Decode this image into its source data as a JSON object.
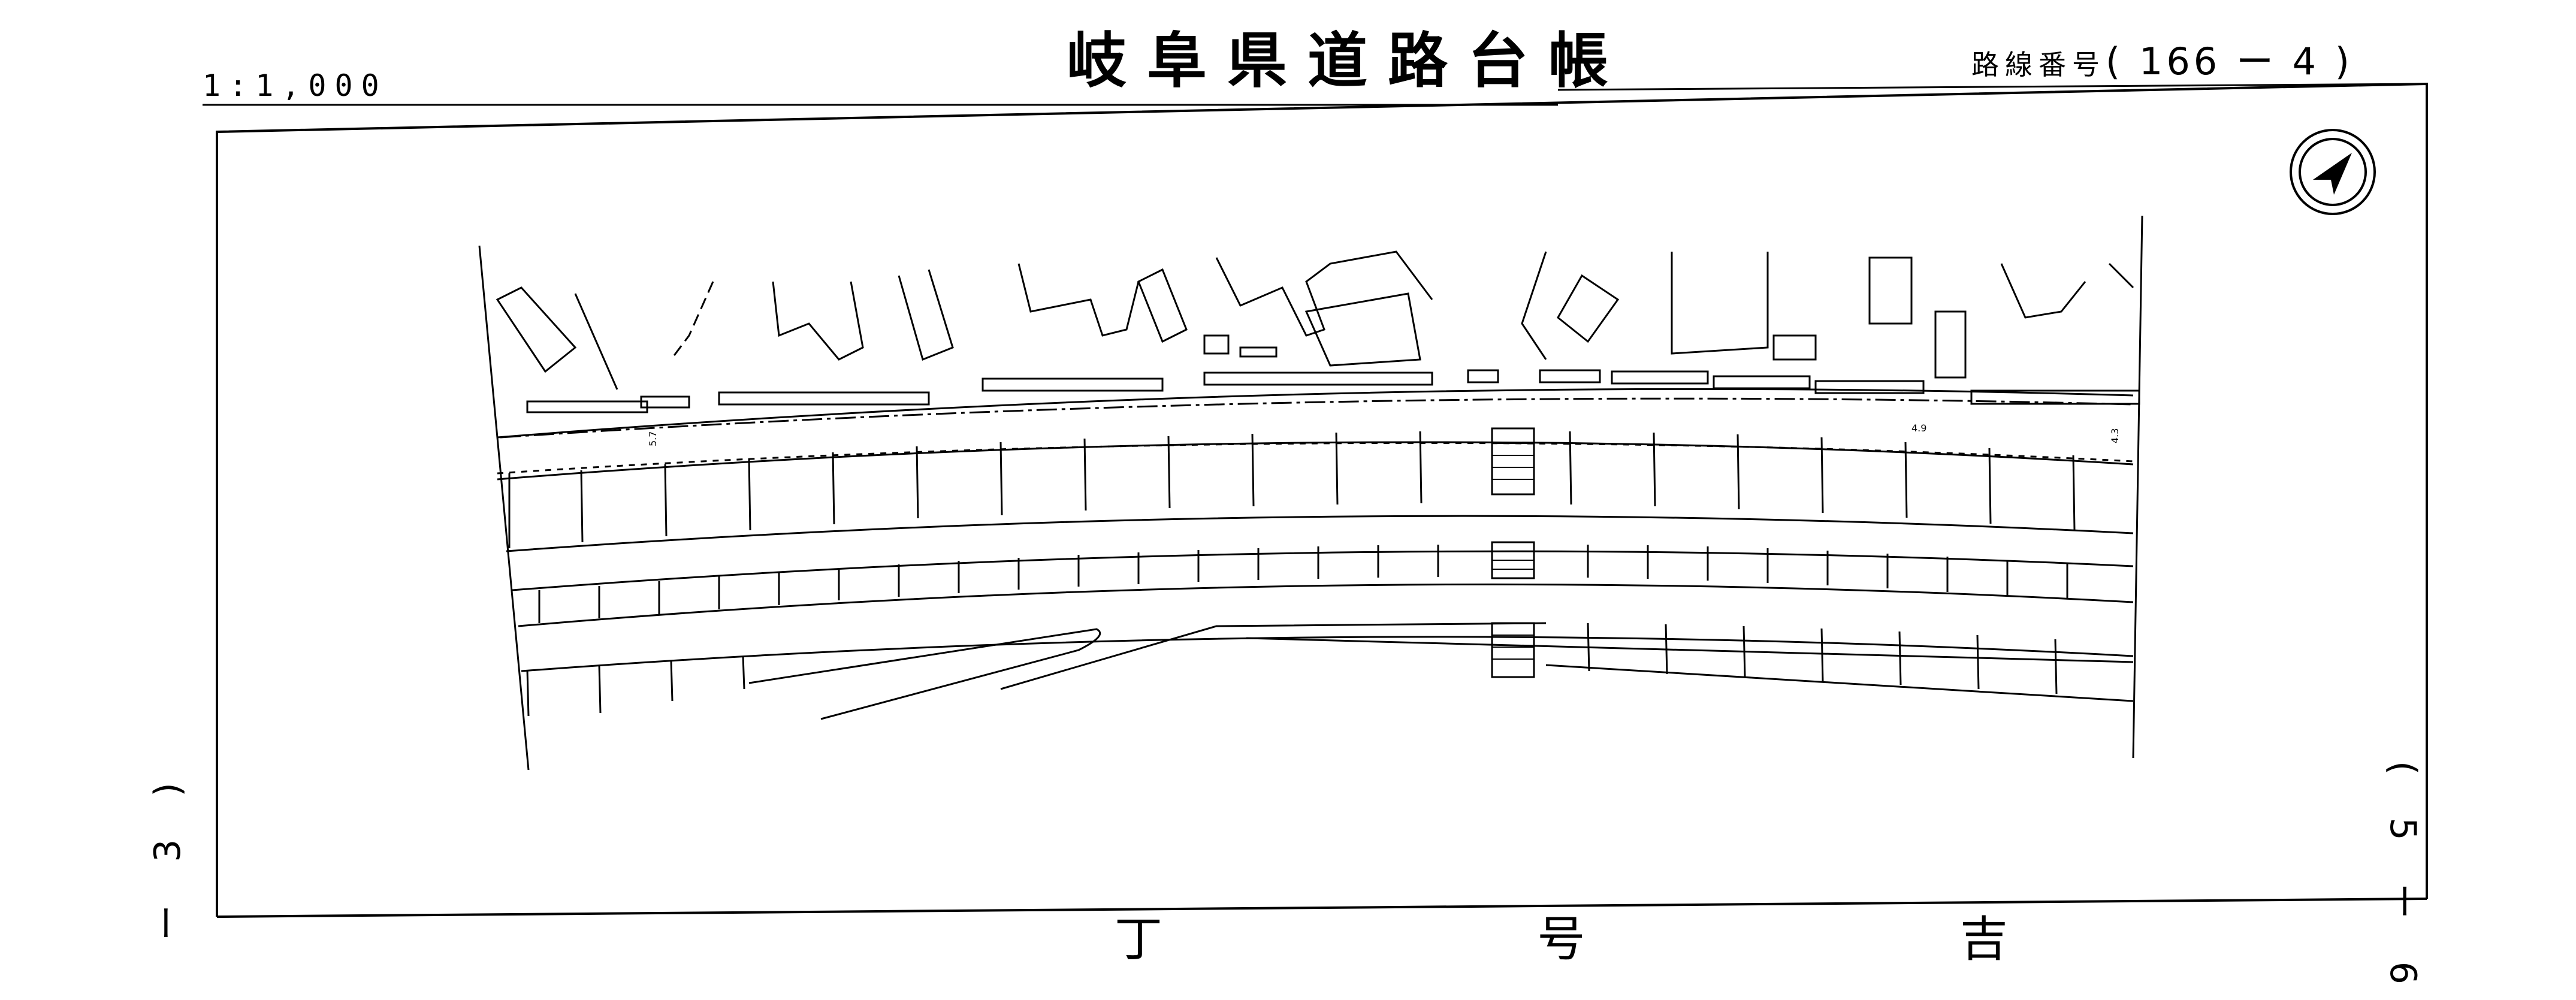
{
  "header": {
    "title": "岐阜県道路台帳",
    "scale": "1:1,000",
    "route_label": "路線番号",
    "route_number": "( 166 ー  4  )"
  },
  "adjacent_sheets": {
    "previous": "ー 3 )",
    "next": "( 5 ー 6"
  },
  "map": {
    "north_arrow": "north-arrow-icon",
    "widths": [
      "5.7",
      "4.9",
      "4.3"
    ]
  },
  "footer": {
    "partial_text": "丁 号 吉"
  }
}
